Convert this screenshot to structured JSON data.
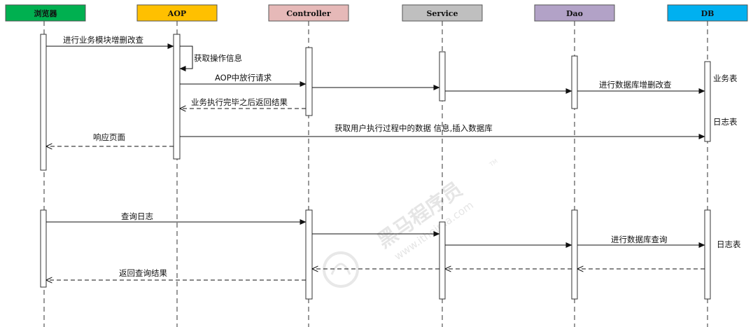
{
  "participants": [
    {
      "id": "browser",
      "label": "浏览器",
      "color": "#00b050"
    },
    {
      "id": "aop",
      "label": "AOP",
      "color": "#ffc000"
    },
    {
      "id": "controller",
      "label": "Controller",
      "color": "#e6b9b8"
    },
    {
      "id": "service",
      "label": "Service",
      "color": "#bfbfbf"
    },
    {
      "id": "dao",
      "label": "Dao",
      "color": "#b2a2c7"
    },
    {
      "id": "db",
      "label": "DB",
      "color": "#00b0f0"
    }
  ],
  "messages": {
    "m1": "进行业务模块增删改查",
    "m2": "获取操作信息",
    "m3": "AOP中放行请求",
    "m4": "进行数据库增删改查",
    "m5": "业务执行完毕之后返回结果",
    "m6": "获取用户执行过程中的数据   信息,插入数据库",
    "m7": "响应页面",
    "m8": "查询日志",
    "m9": "进行数据库查询",
    "m10": "返回查询结果"
  },
  "notes": {
    "business_table": "业务表",
    "log_table_1": "日志表",
    "log_table_2": "日志表"
  },
  "watermark": {
    "brand": "黑马程序员",
    "url": "www.itheima.com",
    "mark": "TM"
  }
}
